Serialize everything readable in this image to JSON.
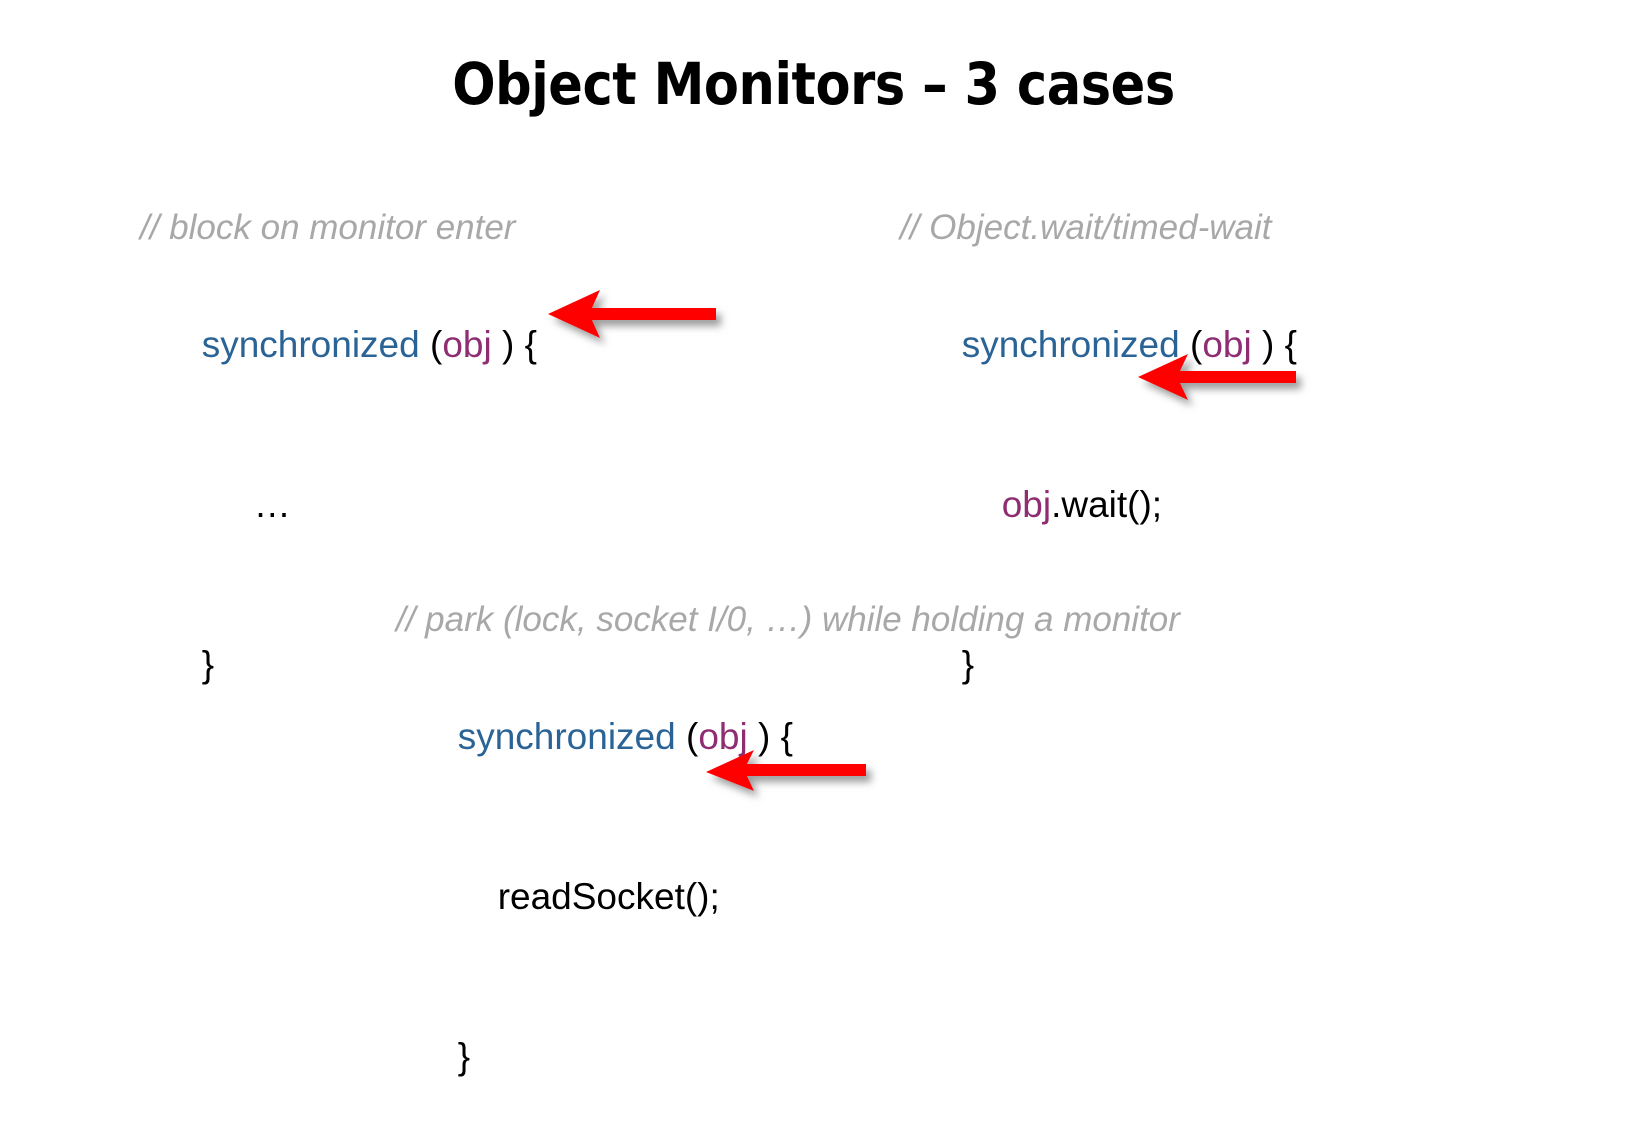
{
  "slide": {
    "title": "Object Monitors – 3 cases",
    "background_color": "#ffffff"
  },
  "colors": {
    "keyword": "#2a6496",
    "identifier": "#8e2d71",
    "comment": "#a8a8a8",
    "text": "#000000",
    "arrow": "#ff0000"
  },
  "code_blocks": [
    {
      "id": "block-1",
      "comment": "// block on monitor enter",
      "lines": [
        {
          "keyword": "synchronized",
          "open_paren": " (",
          "identifier": "obj",
          "close": " ) {"
        },
        {
          "body": "…"
        },
        {
          "body": "}"
        }
      ],
      "arrow_label": "arrow-monitor-enter"
    },
    {
      "id": "block-2",
      "comment": "// Object.wait/timed-wait",
      "lines": [
        {
          "keyword": "synchronized",
          "open_paren": " (",
          "identifier": "obj",
          "close": " ) {"
        },
        {
          "identifier": "obj",
          "body": ".wait();"
        },
        {
          "body": "}"
        }
      ],
      "arrow_label": "arrow-object-wait"
    },
    {
      "id": "block-3",
      "comment": "// park (lock, socket I/0, …) while holding a monitor",
      "lines": [
        {
          "keyword": "synchronized",
          "open_paren": " (",
          "identifier": "obj",
          "close": " ) {"
        },
        {
          "body": "readSocket();"
        },
        {
          "body": "}"
        }
      ],
      "arrow_label": "arrow-park"
    }
  ]
}
